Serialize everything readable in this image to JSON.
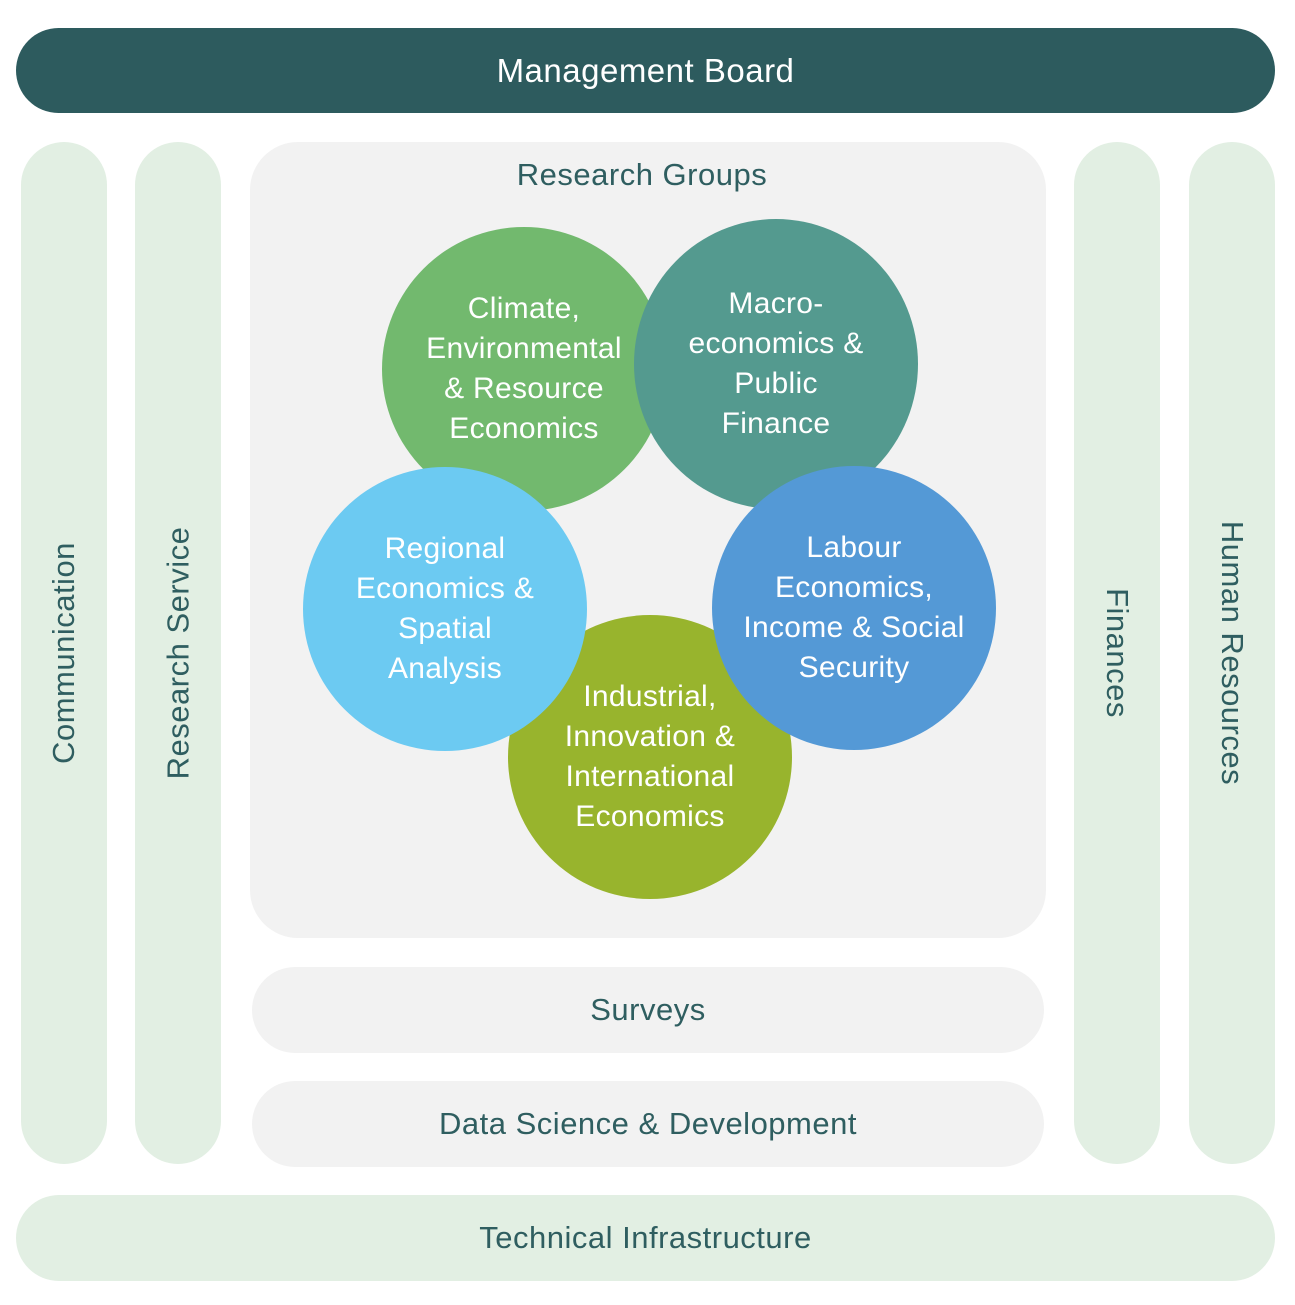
{
  "management_board": {
    "label": "Management Board"
  },
  "pillars": {
    "communication": "Communication",
    "research_service": "Research Service",
    "finances": "Finances",
    "human_resources": "Human Resources"
  },
  "research_groups": {
    "title": "Research Groups",
    "groups": {
      "climate": {
        "label": "Climate,\nEnvironmental\n& Resource\nEconomics",
        "color": "#72b96e"
      },
      "macro": {
        "label": "Macro-\neconomics &\nPublic\nFinance",
        "color": "#549a8f"
      },
      "regional": {
        "label": "Regional\nEconomics &\nSpatial\nAnalysis",
        "color": "#6ccaf2"
      },
      "labour": {
        "label": "Labour\nEconomics,\nIncome & Social\nSecurity",
        "color": "#5499d6"
      },
      "industrial": {
        "label": "Industrial,\nInnovation &\nInternational\nEconomics",
        "color": "#98b42d"
      }
    }
  },
  "surveys": {
    "label": "Surveys"
  },
  "data_science": {
    "label": "Data Science & Development"
  },
  "technical_infrastructure": {
    "label": "Technical Infrastructure"
  },
  "colors": {
    "board": "#2d5b5e",
    "pillar": "#e2efe3",
    "panel": "#f2f2f2",
    "text": "#2f5e60"
  }
}
